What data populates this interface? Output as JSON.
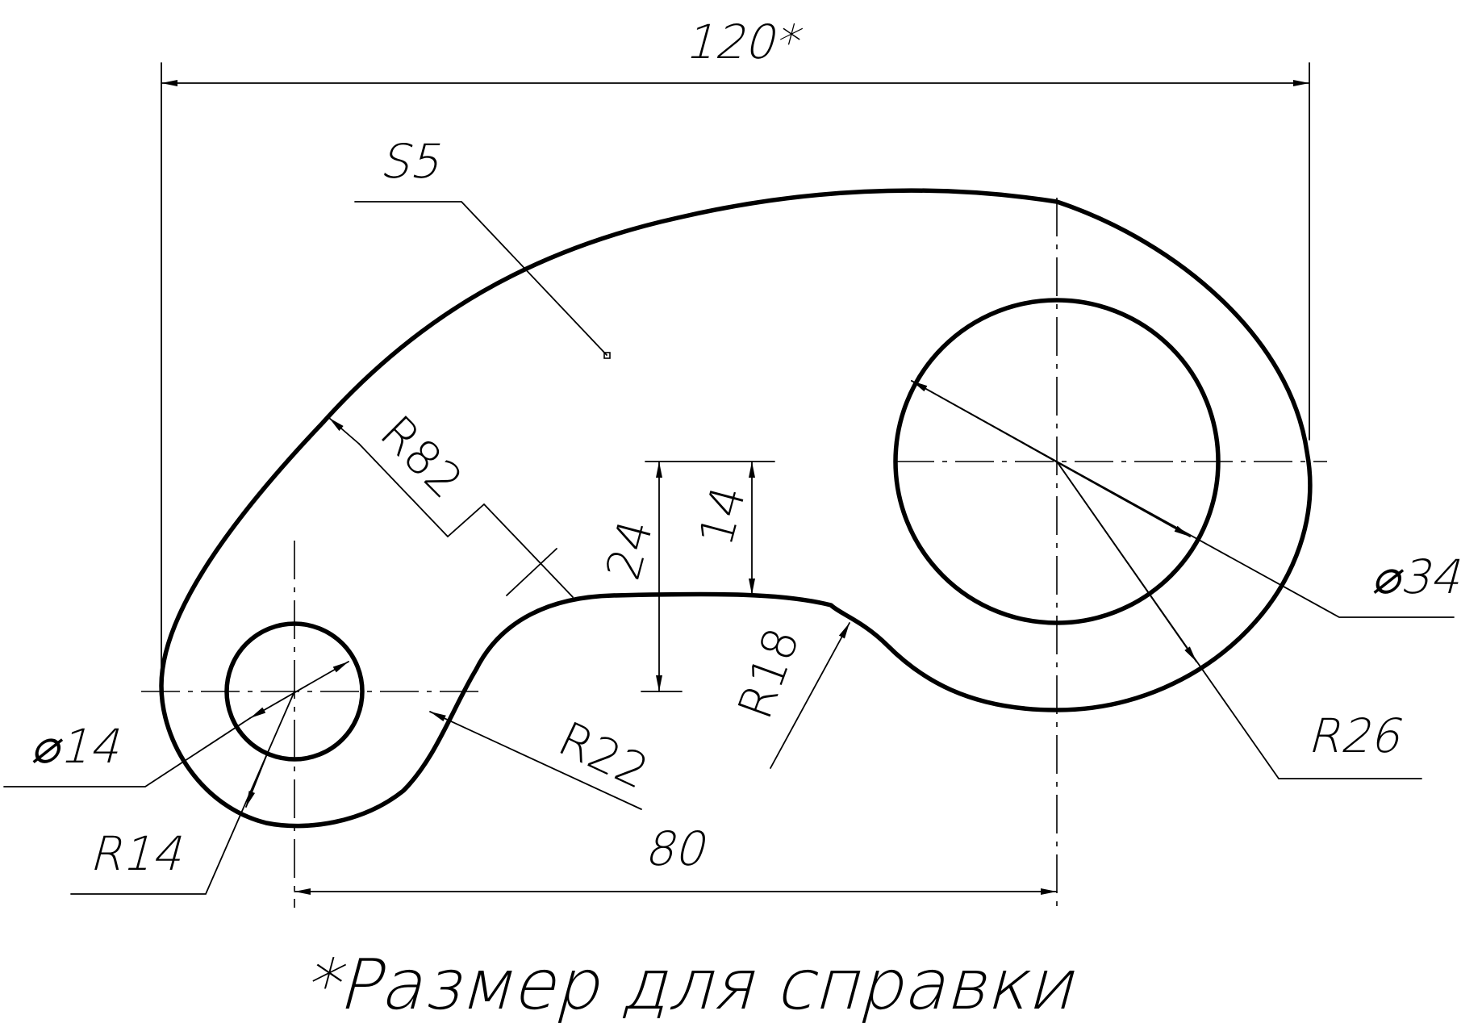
{
  "drawing": {
    "labels": {
      "overall_width": "120*",
      "thickness": "S5",
      "outer_radius": "R82",
      "dim_24": "24",
      "dim_14": "14",
      "radius_18": "R18",
      "radius_22": "R22",
      "dim_80": "80",
      "diameter_34": "⌀34",
      "radius_26": "R26",
      "diameter_14": "⌀14",
      "radius_14": "R14"
    },
    "note": "*Размер для справки",
    "colors": {
      "line": "#000000",
      "background": "#ffffff"
    }
  }
}
